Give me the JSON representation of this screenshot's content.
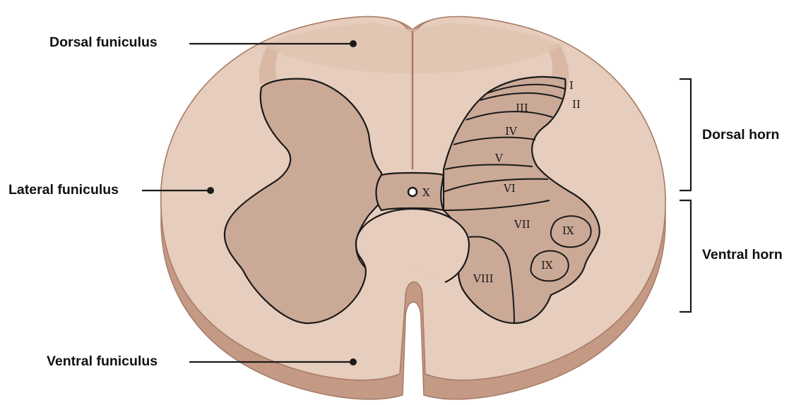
{
  "callouts": {
    "dorsal_funiculus": "Dorsal funiculus",
    "lateral_funiculus": "Lateral funiculus",
    "ventral_funiculus": "Ventral funiculus",
    "dorsal_horn": "Dorsal horn",
    "ventral_horn": "Ventral horn"
  },
  "laminae": {
    "I": "I",
    "II": "II",
    "III": "III",
    "IV": "IV",
    "V": "V",
    "VI": "VI",
    "VII": "VII",
    "VIII": "VIII",
    "IX_a": "IX",
    "IX_b": "IX",
    "X": "X"
  },
  "colors": {
    "white_matter": "#e6cdbd",
    "white_matter_side": "#c49a85",
    "grey_matter": "#cba997",
    "dorsal_shading": "#d9b9a5",
    "outline": "#1a1a1a",
    "surface_edge": "#a87a66"
  }
}
